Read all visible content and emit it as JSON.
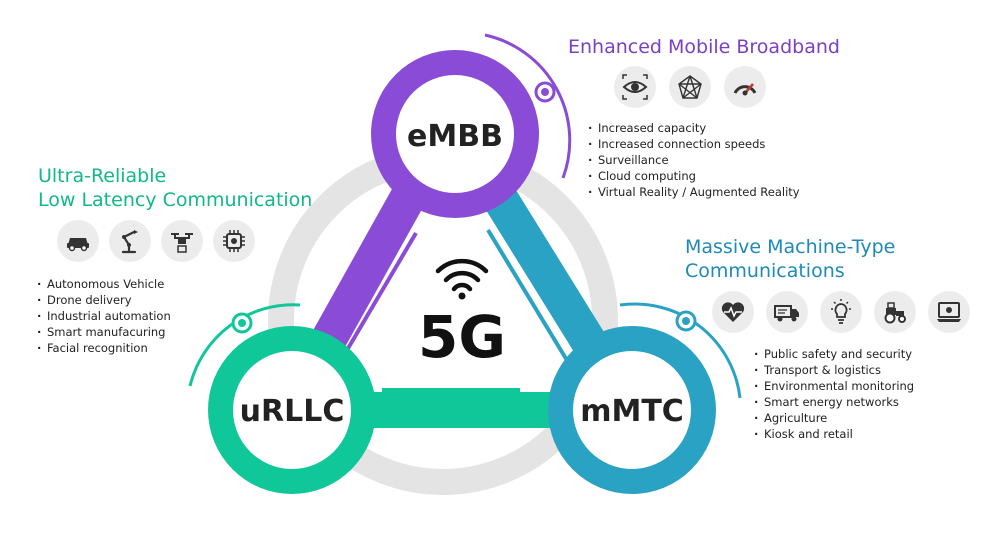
{
  "center": {
    "label": "5G",
    "wifi_icon": "wifi-icon"
  },
  "colors": {
    "embb": "#8a4bd6",
    "urllc": "#10c79a",
    "mmtc": "#2aa2c4",
    "ring": "#e4e4e4",
    "embb_title": "#7b3fc4",
    "urllc_title": "#10b88a",
    "mmtc_title": "#1e8ab8"
  },
  "nodes": {
    "embb": "eMBB",
    "urllc": "uRLLC",
    "mmtc": "mMTC"
  },
  "embb": {
    "title": "Enhanced Mobile Broadband",
    "icons": [
      "eye-icon",
      "network-icon",
      "speedometer-icon"
    ],
    "items": [
      "Increased capacity",
      "Increased connection speeds",
      "Surveillance",
      "Cloud computing",
      "Virtual Reality / Augmented Reality"
    ]
  },
  "urllc": {
    "title_line1": "Ultra-Reliable",
    "title_line2": "Low Latency Communication",
    "icons": [
      "car-icon",
      "robot-arm-icon",
      "drone-icon",
      "chip-icon"
    ],
    "items": [
      "Autonomous Vehicle",
      "Drone delivery",
      "Industrial automation",
      "Smart manufacuring",
      "Facial recognition"
    ]
  },
  "mmtc": {
    "title_line1": "Massive Machine-Type",
    "title_line2": "Communications",
    "icons": [
      "heartbeat-icon",
      "truck-icon",
      "lightbulb-icon",
      "tractor-icon",
      "kiosk-icon"
    ],
    "items": [
      "Public safety and security",
      "Transport & logistics",
      "Environmental monitoring",
      "Smart energy networks",
      "Agriculture",
      "Kiosk and retail"
    ]
  }
}
